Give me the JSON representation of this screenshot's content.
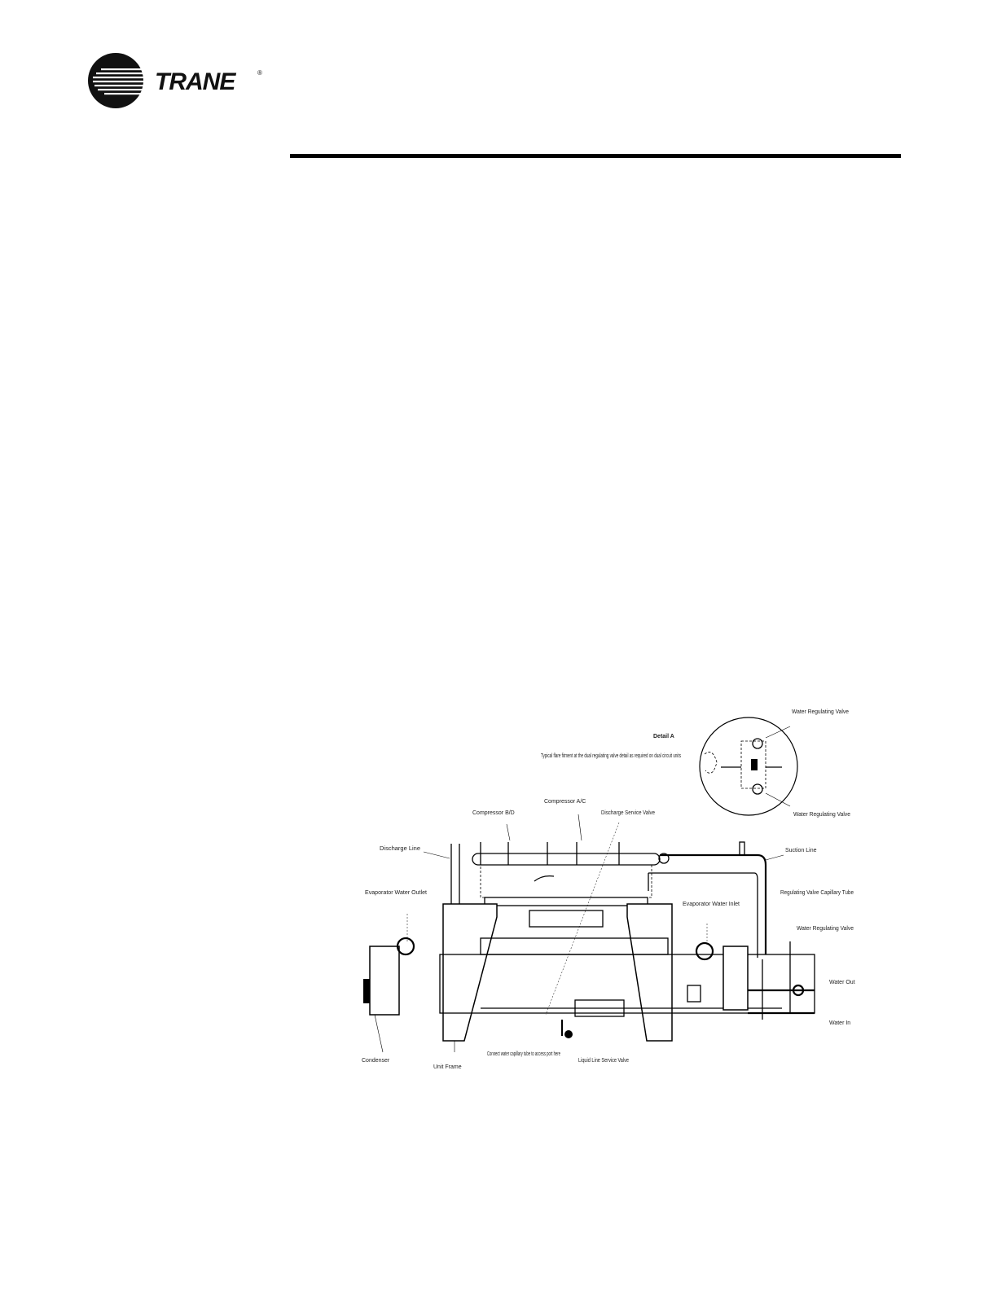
{
  "brand": {
    "logo_icon": "trane-globe-icon",
    "wordmark": "TRANE",
    "registered": "®"
  },
  "figure": {
    "labels": {
      "detail": "Detail A",
      "note": "Typical flare fitment at the dual regulating valve detail as required on dual circuit units",
      "water_reg_valve_top": "Water Regulating Valve",
      "water_reg_valve_bottom": "Water Regulating Valve",
      "compressor_ac": "Compressor A/C",
      "compressor_bd": "Compressor B/D",
      "discharge_valve": "Discharge Service Valve",
      "discharge_line": "Discharge Line",
      "suction_line": "Suction Line",
      "evap_water_outlet": "Evaporator Water Outlet",
      "evap_water_inlet": "Evaporator Water Inlet",
      "reg_valve_cap_tube": "Regulating Valve Capillary Tube",
      "water_reg_valve_right": "Water Regulating Valve",
      "water_out": "Water Out",
      "water_in": "Water In",
      "condenser": "Condenser",
      "unit_frame": "Unit Frame",
      "connect_cap_tube": "Connect water capillary tube to access port here",
      "liquid_line_valve": "Liquid Line Service Valve"
    }
  }
}
